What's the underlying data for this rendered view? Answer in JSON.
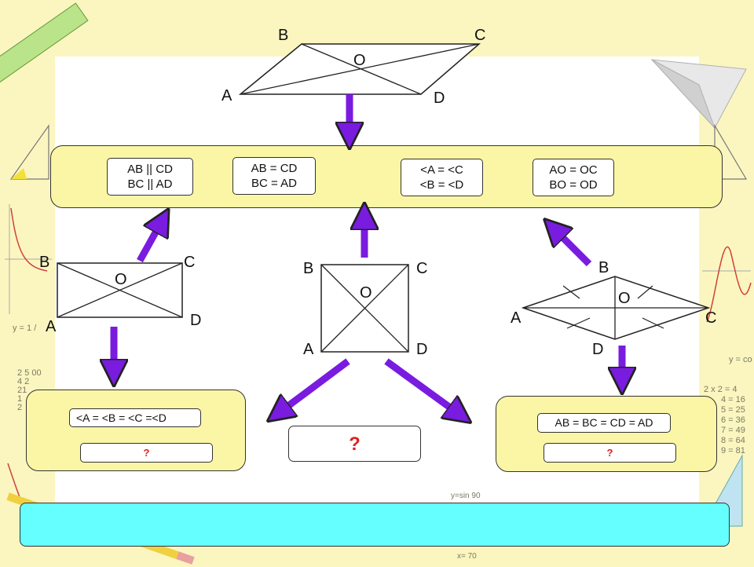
{
  "parallelogram": {
    "labels": {
      "a": "A",
      "b": "B",
      "c": "C",
      "d": "D",
      "o": "O"
    }
  },
  "rectangle": {
    "labels": {
      "a": "A",
      "b": "B",
      "c": "C",
      "d": "D",
      "o": "O"
    }
  },
  "square": {
    "labels": {
      "a": "A",
      "b": "B",
      "c": "C",
      "d": "D",
      "o": "O"
    }
  },
  "rhombus": {
    "labels": {
      "a": "A",
      "b": "B",
      "c": "C",
      "d": "D",
      "o": "O"
    }
  },
  "properties": {
    "parallel": [
      "AB || CD",
      "BC || AD"
    ],
    "equal_sides": [
      "AB = CD",
      "BC = AD"
    ],
    "angles": [
      "<A = <C",
      "<B = <D"
    ],
    "diagonals": [
      "AO = OC",
      "BO = OD"
    ]
  },
  "rectangle_box": {
    "angles": "<A = <B = <C =<D",
    "question": "?"
  },
  "square_box": {
    "question": "?"
  },
  "rhombus_box": {
    "sides": "AB = BC = CD = AD",
    "question": "?"
  },
  "background_scribbles": {
    "formula_y1": "y = 1 /",
    "formula_cos": "y = co",
    "formula_sin": "y=sin 90",
    "formula_x": "x= 70",
    "mult_table": [
      "2 x 2 = 4",
      "4 = 16",
      "5 = 25",
      "6 = 36",
      "7 = 49",
      "8 = 64",
      "9 = 81"
    ],
    "numbers_left": [
      "2 5 00",
      "4 2",
      "21",
      "1",
      "2"
    ]
  },
  "colors": {
    "arrow": "#7a1be0",
    "yellow_box": "#fbf6a6",
    "cyan_bar": "#66ffff",
    "question": "#e02020"
  }
}
